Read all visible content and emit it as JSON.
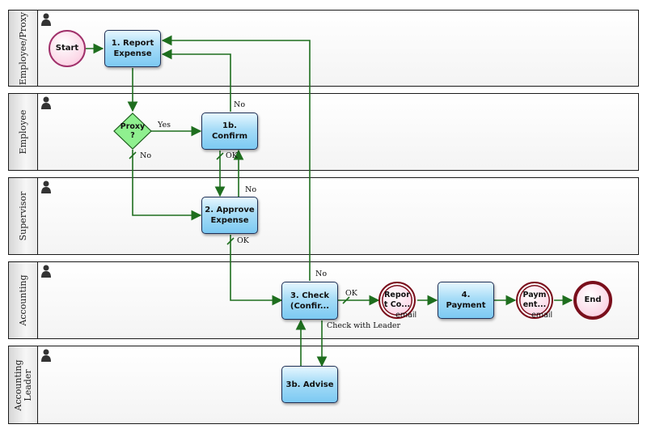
{
  "lanes": [
    {
      "id": "employee-proxy",
      "label": "Employee/Proxy"
    },
    {
      "id": "employee",
      "label": "Employee"
    },
    {
      "id": "supervisor",
      "label": "Supervisor"
    },
    {
      "id": "accounting",
      "label": "Accounting"
    },
    {
      "id": "accounting-leader",
      "label": "Accounting\nLeader"
    }
  ],
  "nodes": {
    "start": "Start",
    "task_1": "1. Report\nExpense",
    "gateway_proxy": "Proxy\n?",
    "task_1b": "1b.\nConfirm",
    "task_2": "2. Approve\nExpense",
    "task_3": "3. Check\n(Confir...",
    "event_report_email": "Repor\nt Co...",
    "event_report_email_sub": "email",
    "task_4": "4.\nPayment",
    "event_payment_email": "Paym\nent...",
    "event_payment_email_sub": "email",
    "task_3b": "3b. Advise",
    "end": "End"
  },
  "edge_labels": {
    "proxy_yes": "Yes",
    "proxy_no": "No",
    "confirm_no": "No",
    "confirm_ok": "OK",
    "approve_no": "No",
    "approve_ok": "OK",
    "check_no": "No",
    "check_ok": "OK",
    "check_leader": "Check with Leader"
  },
  "colors": {
    "flow": "#1e6e1e",
    "task_border": "#1f2f55",
    "event_border": "#7a0f1c",
    "gateway_fill": "#7ee37e"
  }
}
